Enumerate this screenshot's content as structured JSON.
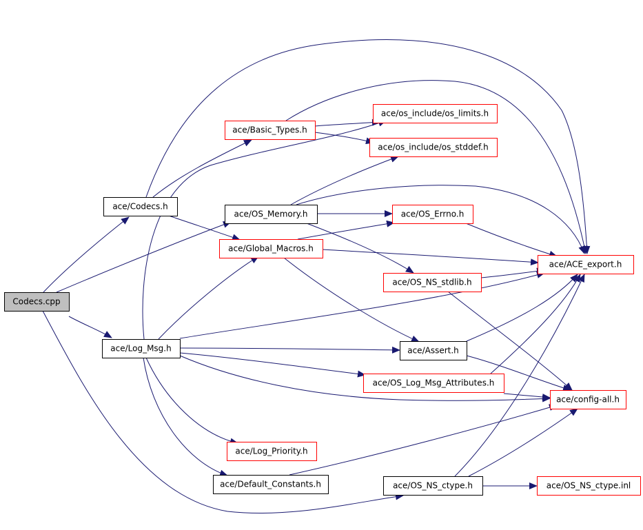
{
  "colors": {
    "edge": "#191970",
    "border_default": "#000000",
    "border_external": "#ff0000",
    "fill_default": "#ffffff",
    "fill_root": "#bfbfbf"
  },
  "nodes": [
    {
      "id": "codecs_cpp",
      "label": "Codecs.cpp",
      "kind": "root"
    },
    {
      "id": "codecs_h",
      "label": "ace/Codecs.h",
      "kind": "default"
    },
    {
      "id": "log_msg_h",
      "label": "ace/Log_Msg.h",
      "kind": "default"
    },
    {
      "id": "basic_types_h",
      "label": "ace/Basic_Types.h",
      "kind": "external"
    },
    {
      "id": "os_memory_h",
      "label": "ace/OS_Memory.h",
      "kind": "default"
    },
    {
      "id": "global_macros_h",
      "label": "ace/Global_Macros.h",
      "kind": "external"
    },
    {
      "id": "os_limits_h",
      "label": "ace/os_include/os_limits.h",
      "kind": "external"
    },
    {
      "id": "os_stddef_h",
      "label": "ace/os_include/os_stddef.h",
      "kind": "external"
    },
    {
      "id": "os_errno_h",
      "label": "ace/OS_Errno.h",
      "kind": "external"
    },
    {
      "id": "os_ns_stdlib_h",
      "label": "ace/OS_NS_stdlib.h",
      "kind": "external"
    },
    {
      "id": "ace_export_h",
      "label": "ace/ACE_export.h",
      "kind": "external"
    },
    {
      "id": "assert_h",
      "label": "ace/Assert.h",
      "kind": "default"
    },
    {
      "id": "os_log_msg_attr_h",
      "label": "ace/OS_Log_Msg_Attributes.h",
      "kind": "external"
    },
    {
      "id": "config_all_h",
      "label": "ace/config-all.h",
      "kind": "external"
    },
    {
      "id": "log_priority_h",
      "label": "ace/Log_Priority.h",
      "kind": "external"
    },
    {
      "id": "default_constants_h",
      "label": "ace/Default_Constants.h",
      "kind": "default"
    },
    {
      "id": "os_ns_ctype_h",
      "label": "ace/OS_NS_ctype.h",
      "kind": "default"
    },
    {
      "id": "os_ns_ctype_inl",
      "label": "ace/OS_NS_ctype.inl",
      "kind": "external"
    }
  ],
  "edges": [
    {
      "from": "codecs_cpp",
      "to": "codecs_h"
    },
    {
      "from": "codecs_cpp",
      "to": "os_memory_h"
    },
    {
      "from": "codecs_cpp",
      "to": "log_msg_h"
    },
    {
      "from": "codecs_cpp",
      "to": "os_ns_ctype_h"
    },
    {
      "from": "codecs_h",
      "to": "basic_types_h"
    },
    {
      "from": "codecs_h",
      "to": "ace_export_h"
    },
    {
      "from": "codecs_h",
      "to": "global_macros_h"
    },
    {
      "from": "basic_types_h",
      "to": "os_limits_h"
    },
    {
      "from": "basic_types_h",
      "to": "os_stddef_h"
    },
    {
      "from": "basic_types_h",
      "to": "ace_export_h"
    },
    {
      "from": "os_memory_h",
      "to": "os_stddef_h"
    },
    {
      "from": "os_memory_h",
      "to": "os_errno_h"
    },
    {
      "from": "os_memory_h",
      "to": "ace_export_h"
    },
    {
      "from": "os_memory_h",
      "to": "os_ns_stdlib_h"
    },
    {
      "from": "global_macros_h",
      "to": "os_errno_h"
    },
    {
      "from": "global_macros_h",
      "to": "ace_export_h"
    },
    {
      "from": "global_macros_h",
      "to": "assert_h"
    },
    {
      "from": "os_errno_h",
      "to": "ace_export_h"
    },
    {
      "from": "os_ns_stdlib_h",
      "to": "ace_export_h"
    },
    {
      "from": "os_ns_stdlib_h",
      "to": "config_all_h"
    },
    {
      "from": "log_msg_h",
      "to": "os_limits_h"
    },
    {
      "from": "log_msg_h",
      "to": "global_macros_h"
    },
    {
      "from": "log_msg_h",
      "to": "ace_export_h"
    },
    {
      "from": "log_msg_h",
      "to": "assert_h"
    },
    {
      "from": "log_msg_h",
      "to": "os_log_msg_attr_h"
    },
    {
      "from": "log_msg_h",
      "to": "config_all_h"
    },
    {
      "from": "log_msg_h",
      "to": "log_priority_h"
    },
    {
      "from": "log_msg_h",
      "to": "default_constants_h"
    },
    {
      "from": "assert_h",
      "to": "ace_export_h"
    },
    {
      "from": "assert_h",
      "to": "config_all_h"
    },
    {
      "from": "os_log_msg_attr_h",
      "to": "ace_export_h"
    },
    {
      "from": "os_log_msg_attr_h",
      "to": "config_all_h"
    },
    {
      "from": "default_constants_h",
      "to": "config_all_h"
    },
    {
      "from": "os_ns_ctype_h",
      "to": "ace_export_h"
    },
    {
      "from": "os_ns_ctype_h",
      "to": "config_all_h"
    },
    {
      "from": "os_ns_ctype_h",
      "to": "os_ns_ctype_inl"
    }
  ]
}
